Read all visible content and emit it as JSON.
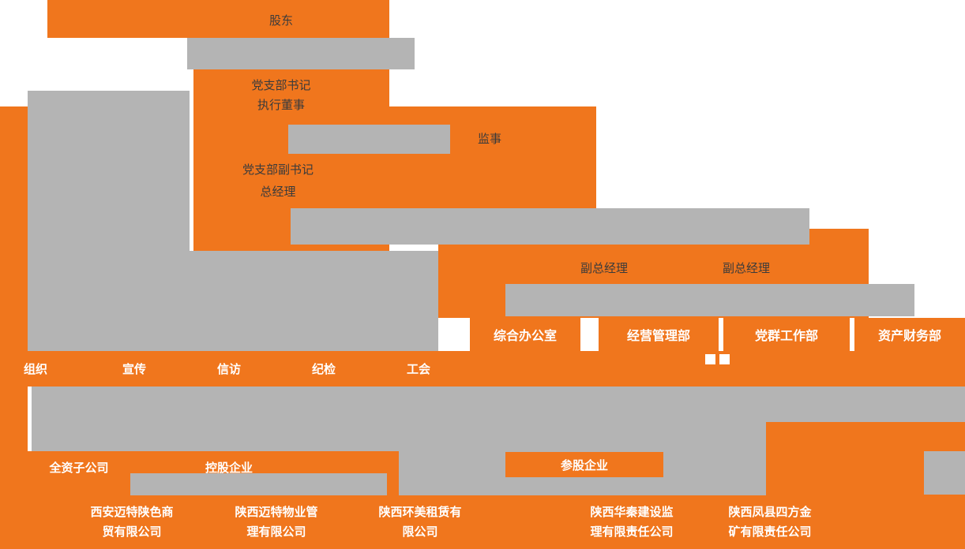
{
  "colors": {
    "orange": "#F0761D",
    "gray": "#B4B4B4",
    "title_text": "#3B3B3B",
    "label_text": "#FFFFFF"
  },
  "nodes": {
    "shareholder": "股东",
    "party_secretary": "党支部书记",
    "executive_director": "执行董事",
    "supervisor": "监事",
    "deputy_party_secretary": "党支部副书记",
    "general_manager": "总经理",
    "deputy_gm_left": "副总经理",
    "deputy_gm_right": "副总经理"
  },
  "departments": [
    {
      "label": "综合办公室"
    },
    {
      "label": "经营管理部"
    },
    {
      "label": "党群工作部"
    },
    {
      "label": "资产财务部"
    }
  ],
  "functions": [
    {
      "label": "组织"
    },
    {
      "label": "宣传"
    },
    {
      "label": "信访"
    },
    {
      "label": "纪检"
    },
    {
      "label": "工会"
    }
  ],
  "groups": {
    "wholly_owned": "全资子公司",
    "holding": "控股企业",
    "participating": "参股企业"
  },
  "companies": [
    {
      "line1": "西安迈特陕色商",
      "line2": "贸有限公司"
    },
    {
      "line1": "陕西迈特物业管",
      "line2": "理有限公司"
    },
    {
      "line1": "陕西环美租赁有",
      "line2": "限公司"
    },
    {
      "line1": "陕西华秦建设监",
      "line2": "理有限责任公司"
    },
    {
      "line1": "陕西凤县四方金",
      "line2": "矿有限责任公司"
    }
  ]
}
